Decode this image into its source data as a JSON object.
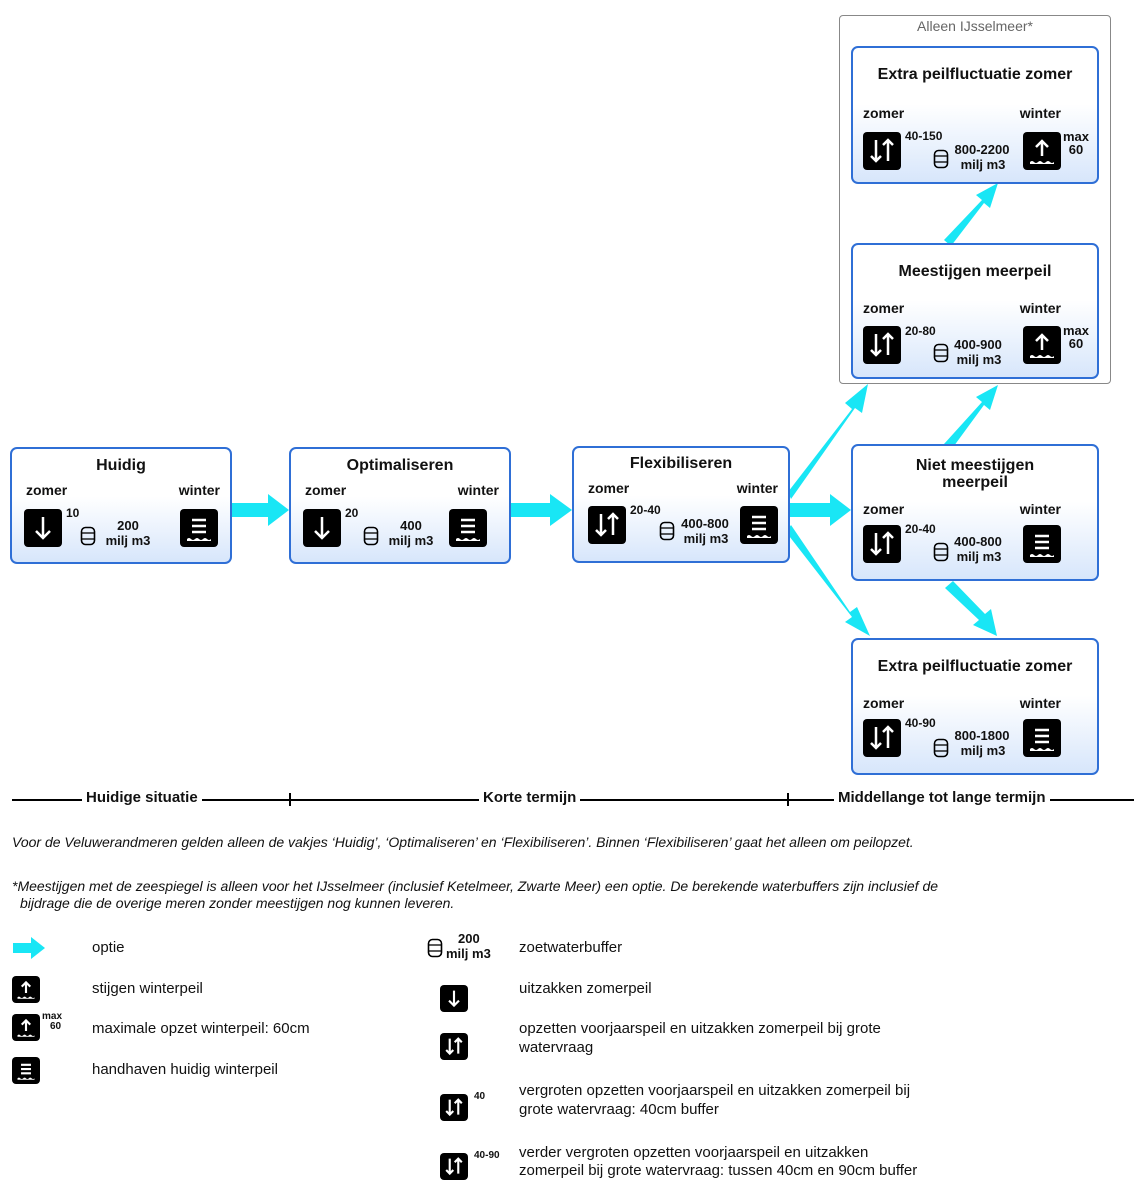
{
  "group_label": "Alleen IJsselmeer*",
  "boxes": {
    "huidig": {
      "title": "Huidig",
      "zomer": "zomer",
      "winter": "winter",
      "level": "10",
      "buffer": "200",
      "unit": "milj m3"
    },
    "optimaliseren": {
      "title": "Optimaliseren",
      "zomer": "zomer",
      "winter": "winter",
      "level": "20",
      "buffer": "400",
      "unit": "milj m3"
    },
    "flexibiliseren": {
      "title": "Flexibiliseren",
      "zomer": "zomer",
      "winter": "winter",
      "level": "20-40",
      "buffer": "400-800",
      "unit": "milj m3"
    },
    "niet_meestijgen": {
      "title_line1": "Niet meestijgen",
      "title_line2": "meerpeil",
      "zomer": "zomer",
      "winter": "winter",
      "level": "20-40",
      "buffer": "400-800",
      "unit": "milj m3"
    },
    "extra_zomer_low": {
      "title": "Extra peilfluctuatie zomer",
      "zomer": "zomer",
      "winter": "winter",
      "level": "40-90",
      "buffer": "800-1800",
      "unit": "milj m3"
    },
    "meestijgen": {
      "title": "Meestijgen meerpeil",
      "zomer": "zomer",
      "winter": "winter",
      "level": "20-80",
      "buffer": "400-900",
      "unit": "milj m3",
      "max_label": "max",
      "max_value": "60"
    },
    "extra_zomer_top": {
      "title": "Extra peilfluctuatie zomer",
      "zomer": "zomer",
      "winter": "winter",
      "level": "40-150",
      "buffer": "800-2200",
      "unit": "milj m3",
      "max_label": "max",
      "max_value": "60"
    }
  },
  "timeline": {
    "phase1": "Huidige situatie",
    "phase2": "Korte termijn",
    "phase3": "Middellange tot lange termijn"
  },
  "notes": {
    "note1": "Voor de Veluwerandmeren gelden alleen de vakjes ‘Huidig’, ‘Optimaliseren’ en ‘Flexibiliseren’. Binnen ‘Flexibiliseren’ gaat het alleen om peilopzet.",
    "note2_line1": "*Meestijgen met de zeespiegel is alleen voor het IJsselmeer (inclusief Ketelmeer, Zwarte Meer) een optie. De berekende waterbuffers zijn inclusief de",
    "note2_line2": "bijdrage die de overige meren zonder meestijgen nog kunnen leveren."
  },
  "legend": {
    "optie": "optie",
    "stijgen": "stijgen winterpeil",
    "maximale": "maximale opzet winterpeil: 60cm",
    "max_label": "max",
    "max_value": "60",
    "handhaven": "handhaven huidig winterpeil",
    "buffer_value": "200",
    "buffer_unit": "milj m3",
    "zoetwater": "zoetwaterbuffer",
    "uitzakken": "uitzakken zomerpeil",
    "opzetten_l1": "opzetten voorjaarspeil en uitzakken zomerpeil bij grote",
    "opzetten_l2": "watervraag",
    "sup40": "40",
    "vergroten_l1": "vergroten opzetten voorjaarspeil en uitzakken zomerpeil bij",
    "vergroten_l2": "grote watervraag: 40cm buffer",
    "sup4090": "40-90",
    "verder_l1": "verder vergroten opzetten voorjaarspeil en uitzakken",
    "verder_l2": "zomerpeil bij grote watervraag: tussen 40cm en 90cm buffer"
  },
  "colors": {
    "arrow": "#19e6f5",
    "box_border": "#2f6fd6",
    "group_border": "#888888"
  }
}
